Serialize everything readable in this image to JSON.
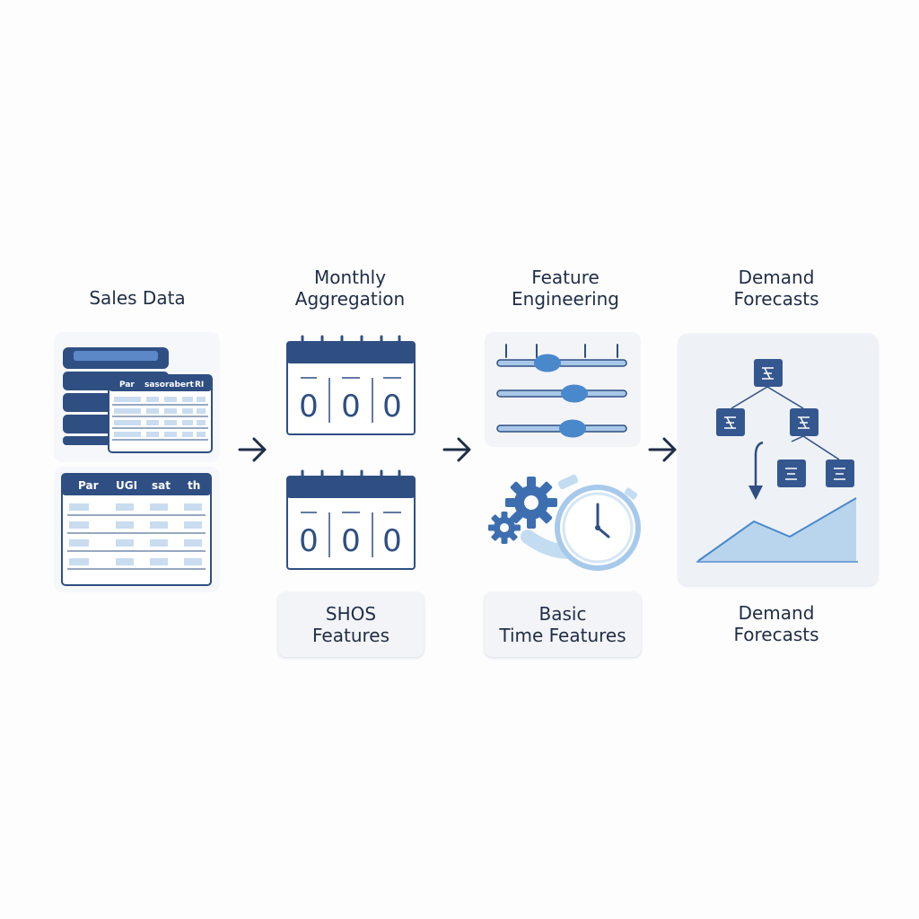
{
  "stages": [
    {
      "title": "Sales Data"
    },
    {
      "title": "Monthly\nAggregation"
    },
    {
      "title": "Feature\nEngineering"
    },
    {
      "title": "Demand\nForecasts"
    }
  ],
  "sales_table_top": {
    "headers": [
      "Par",
      "sasorabert",
      "RI"
    ]
  },
  "sales_table_bottom": {
    "headers": [
      "Par",
      "UGI",
      "sat",
      "th"
    ]
  },
  "calendar_digit": "0",
  "label_boxes": {
    "shos": "SHOS\nFeatures",
    "basic_time": "Basic\nTime Features",
    "demand_forecasts": "Demand\nForecasts"
  },
  "colors": {
    "navy": "#2f4f83",
    "blue": "#4a88cc",
    "light_blue": "#b9d5ee",
    "text": "#1f2d46"
  }
}
